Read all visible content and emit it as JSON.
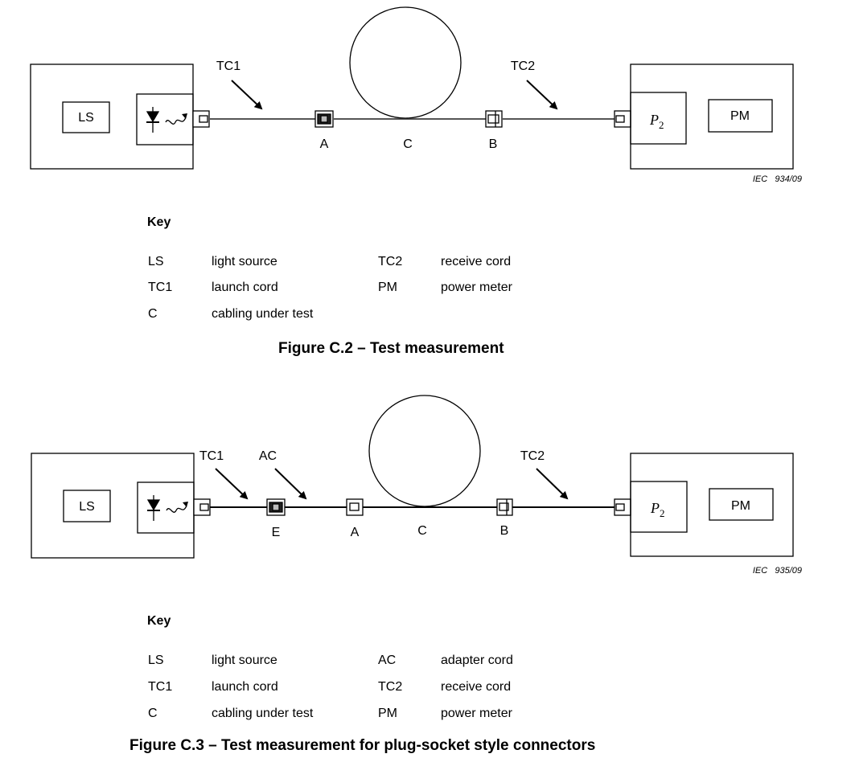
{
  "figure1": {
    "labels": {
      "ls": "LS",
      "pm": "PM",
      "p2": "P",
      "p2_sub": "2",
      "tc1": "TC1",
      "tc2": "TC2",
      "conn_a": "A",
      "conn_c": "C",
      "conn_b": "B",
      "iec_ref": "IEC   934/09"
    },
    "key_title": "Key",
    "key_rows": [
      {
        "c1": "LS",
        "c2": "light source",
        "c3": "TC2",
        "c4": "receive cord"
      },
      {
        "c1": "TC1",
        "c2": "launch cord",
        "c3": "PM",
        "c4": "power meter"
      },
      {
        "c1": "C",
        "c2": "cabling under test",
        "c3": "",
        "c4": ""
      }
    ],
    "caption": "Figure C.2 – Test measurement"
  },
  "figure2": {
    "labels": {
      "ls": "LS",
      "pm": "PM",
      "p2": "P",
      "p2_sub": "2",
      "tc1": "TC1",
      "ac": "AC",
      "tc2": "TC2",
      "conn_e": "E",
      "conn_a": "A",
      "conn_c": "C",
      "conn_b": "B",
      "iec_ref": "IEC   935/09"
    },
    "key_title": "Key",
    "key_rows": [
      {
        "c1": "LS",
        "c2": "light source",
        "c3": "AC",
        "c4": "adapter cord"
      },
      {
        "c1": "TC1",
        "c2": "launch cord",
        "c3": "TC2",
        "c4": "receive cord"
      },
      {
        "c1": "C",
        "c2": "cabling under test",
        "c3": "PM",
        "c4": "power meter"
      }
    ],
    "caption": "Figure C.3 – Test measurement for plug-socket style connectors"
  }
}
